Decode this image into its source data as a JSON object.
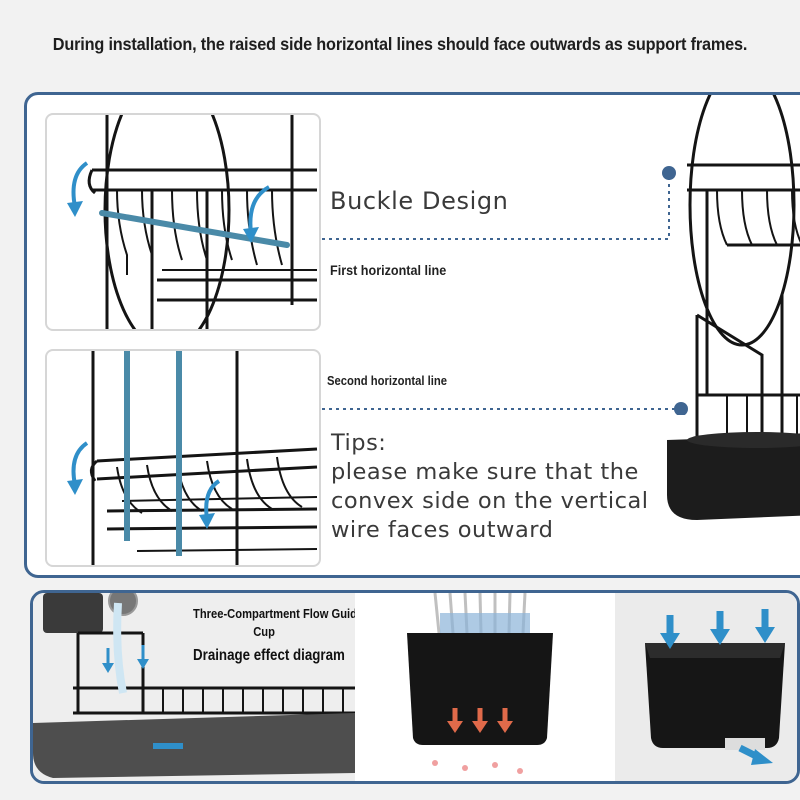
{
  "headline": "During installation, the raised side horizontal lines should face outwards as support frames.",
  "top_panel": {
    "buckle_label": "Buckle Design",
    "first_line_label": "First horizontal line",
    "second_line_label": "Second horizontal line",
    "tips": [
      "Tips:",
      "please make sure that the",
      "convex  side on the vertical",
      "wire faces outward"
    ]
  },
  "bottom_panel": {
    "cup_title_line1": "Three-Compartment Flow Guide",
    "cup_title_line2": "Cup",
    "drainage_label": "Drainage effect diagram"
  },
  "colors": {
    "accent_border": "#3f6591",
    "highlight_wire": "#4a8aa8",
    "arrow_blue": "#2f8fc9",
    "arrow_red": "#e06a4a",
    "wire_black": "#141414"
  },
  "icons": [
    "curved-arrow-icon",
    "down-arrow-icon",
    "connector-dot-icon"
  ]
}
